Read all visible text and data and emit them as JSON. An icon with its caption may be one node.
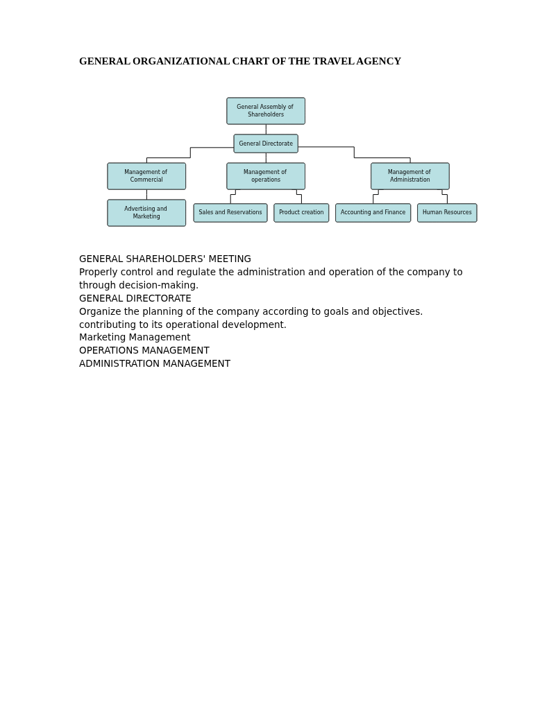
{
  "diagram": {
    "title": "GENERAL ORGANIZATIONAL CHART OF THE TRAVEL AGENCY",
    "nodes": [
      {
        "text": [
          "General Assembly of Shareholders"
        ]
      },
      {
        "text": [
          "General Directorate"
        ]
      },
      {
        "text": [
          "Management of Commercial"
        ]
      },
      {
        "text": [
          "Management of operations"
        ]
      },
      {
        "text": [
          "Management of Administration"
        ]
      },
      {
        "text": [
          "Advertising and Marketing"
        ]
      },
      {
        "text": [
          "Sales and Reservations"
        ]
      },
      {
        "text": [
          "Product creation"
        ]
      },
      {
        "text": [
          "Accounting and Finance"
        ]
      },
      {
        "text": [
          "Human Resources"
        ]
      }
    ],
    "edges": [
      {
        "from": 0,
        "to": 1,
        "arrow": "none"
      },
      {
        "from": 1,
        "to": 2,
        "arrow": "none"
      },
      {
        "from": 1,
        "to": 3,
        "arrow": "none"
      },
      {
        "from": 1,
        "to": 4,
        "arrow": "none"
      },
      {
        "from": 2,
        "to": 5,
        "arrow": "none"
      },
      {
        "from": 3,
        "to": 6,
        "arrow": "none"
      },
      {
        "from": 3,
        "to": 7,
        "arrow": "none"
      },
      {
        "from": 4,
        "to": 8,
        "arrow": "none"
      },
      {
        "from": 4,
        "to": 9,
        "arrow": "none"
      }
    ],
    "labels": [
      "GENERAL SHAREHOLDERS' MEETING",
      "Properly control and regulate the administration and operation of the company to",
      "through decision-making.",
      "GENERAL DIRECTORATE",
      "Organize the planning of the company according to goals and objectives.",
      "contributing to its operational development.",
      "Marketing Management",
      "OPERATIONS MANAGEMENT",
      "ADMINISTRATION MANAGEMENT"
    ]
  }
}
